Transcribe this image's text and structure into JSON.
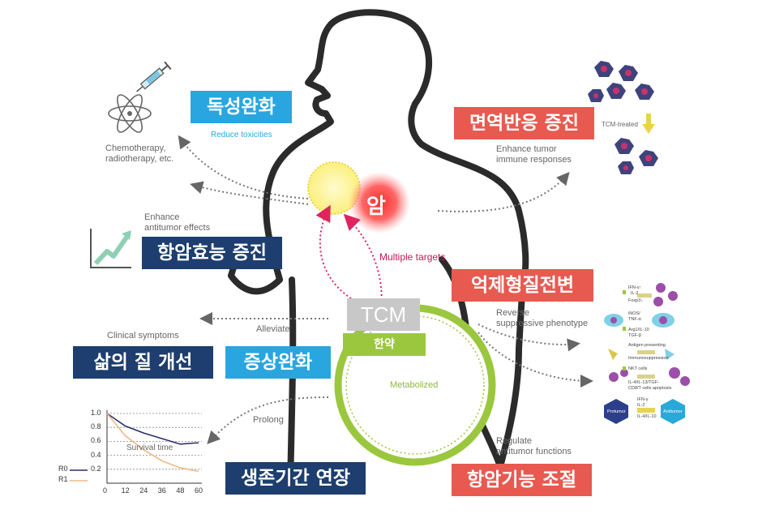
{
  "center": {
    "cancer": "암",
    "tcm": "TCM",
    "herbal": "한약",
    "metabolized": "Metabolized",
    "multiple_targets": "Multiple targets"
  },
  "left": {
    "reduce_tox": {
      "kor": "독성완화",
      "eng": "Reduce toxicities",
      "note": [
        "Chemotherapy,",
        "radiotherapy, etc."
      ]
    },
    "enhance_eff": {
      "kor": "항암효능 증진",
      "eng": [
        "Enhance",
        "antitumor effects"
      ]
    },
    "quality": {
      "kor": "삶의 질 개선",
      "eng": "Clinical symptoms"
    },
    "symptoms": {
      "kor": "증상완화",
      "eng": "Alleviate"
    },
    "survival": {
      "kor": "생존기간 연장",
      "eng": "Prolong"
    }
  },
  "right": {
    "immune": {
      "kor": "면역반응 증진",
      "eng": [
        "Enhance tumor",
        "immune responses"
      ],
      "tcm_treated": "TCM-treated"
    },
    "suppress": {
      "kor": "억제형질전변",
      "eng": [
        "Reverse",
        "suppressive phenotype"
      ]
    },
    "regulate": {
      "kor": "항암기능 조절",
      "eng": [
        "Regulate",
        "antitumor functions"
      ]
    }
  },
  "pathways": {
    "p1": [
      "IFN-γ↑",
      "IL-2",
      "Foxp3↓"
    ],
    "p2": [
      "iNOS/",
      "TNF-α",
      "Arg1/IL-10",
      "TGF-β"
    ],
    "p3": [
      "Antigen presenting",
      "Immunosuppression"
    ],
    "p4": [
      "NKT cells",
      "IL-4/IL-13/TGF-",
      "CD8/T cells apoptosis"
    ],
    "p5": [
      "IFN-γ",
      "IL-2",
      "IL-4/IL-10"
    ],
    "protumor": "Protumor",
    "antitumor": "Antitumor"
  },
  "chart_data": {
    "type": "line",
    "title": "Survival time",
    "xlabel": "",
    "ylabel": "",
    "x": [
      0,
      12,
      24,
      36,
      48,
      60
    ],
    "y_ticks": [
      0.2,
      0.4,
      0.6,
      0.8,
      1.0
    ],
    "x_ticks": [
      "0",
      "12",
      "24",
      "36",
      "48",
      "60"
    ],
    "y_tick_labels": [
      "0.2",
      "0.4",
      "0.6",
      "0.8",
      "1.0"
    ],
    "xlim": [
      0,
      60
    ],
    "ylim": [
      0,
      1.0
    ],
    "series": [
      {
        "name": "R0",
        "color": "#2a2f6e",
        "values": [
          1.0,
          0.82,
          0.72,
          0.64,
          0.56,
          0.58
        ]
      },
      {
        "name": "R1",
        "color": "#f0b985",
        "values": [
          1.0,
          0.68,
          0.48,
          0.32,
          0.22,
          0.17
        ]
      }
    ]
  },
  "colors": {
    "sky": "#29a6e0",
    "navy": "#1d3e6e",
    "red": "#e85a50",
    "green": "#9bc73f",
    "pink": "#e0245e",
    "gray": "#c8c8c8"
  }
}
